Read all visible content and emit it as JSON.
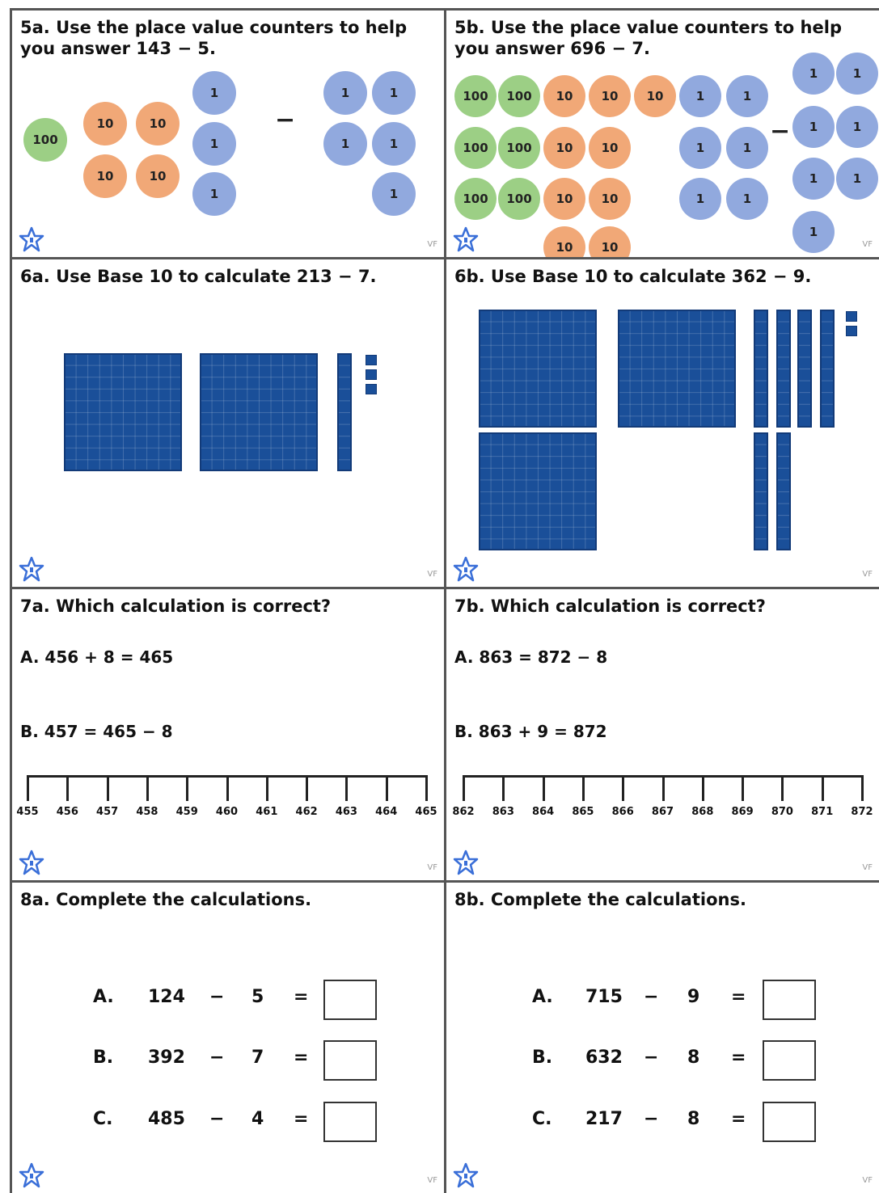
{
  "colors": {
    "hundred": "#9ccf85",
    "ten": "#f1a877",
    "one": "#91a9de",
    "base10": "#1a4f99",
    "star": "#3a6fd8"
  },
  "icons": {
    "star": "star-icon"
  },
  "footer_mark": "VF",
  "q5a": {
    "prompt": "5a. Use the place value counters to help you answer 143 − 5.",
    "counters": {
      "hundred": "100",
      "ten": "10",
      "one": "1"
    },
    "minus": "−"
  },
  "q5b": {
    "prompt": "5b. Use the place value counters to help you answer 696 − 7.",
    "counters": {
      "hundred": "100",
      "ten": "10",
      "one": "1"
    },
    "minus": "−"
  },
  "q6a": {
    "prompt": "6a. Use Base 10 to calculate 213 − 7."
  },
  "q6b": {
    "prompt": "6b. Use Base 10 to calculate 362 − 9."
  },
  "q7a": {
    "prompt": "7a. Which calculation is correct?",
    "options": [
      "A. 456 + 8 = 465",
      "B. 457 = 465 − 8"
    ],
    "number_line": [
      "455",
      "456",
      "457",
      "458",
      "459",
      "460",
      "461",
      "462",
      "463",
      "464",
      "465"
    ]
  },
  "q7b": {
    "prompt": "7b. Which calculation is correct?",
    "options": [
      "A. 863 = 872 − 8",
      "B. 863 + 9 = 872"
    ],
    "number_line": [
      "862",
      "863",
      "864",
      "865",
      "866",
      "867",
      "868",
      "869",
      "870",
      "871",
      "872"
    ]
  },
  "q8a": {
    "prompt": "8a. Complete the calculations.",
    "rows": [
      {
        "letter": "A.",
        "a": "124",
        "op": "−",
        "b": "5",
        "eq": "="
      },
      {
        "letter": "B.",
        "a": "392",
        "op": "−",
        "b": "7",
        "eq": "="
      },
      {
        "letter": "C.",
        "a": "485",
        "op": "−",
        "b": "4",
        "eq": "="
      }
    ]
  },
  "q8b": {
    "prompt": "8b. Complete the calculations.",
    "rows": [
      {
        "letter": "A.",
        "a": "715",
        "op": "−",
        "b": "9",
        "eq": "="
      },
      {
        "letter": "B.",
        "a": "632",
        "op": "−",
        "b": "8",
        "eq": "="
      },
      {
        "letter": "C.",
        "a": "217",
        "op": "−",
        "b": "8",
        "eq": "="
      }
    ]
  }
}
